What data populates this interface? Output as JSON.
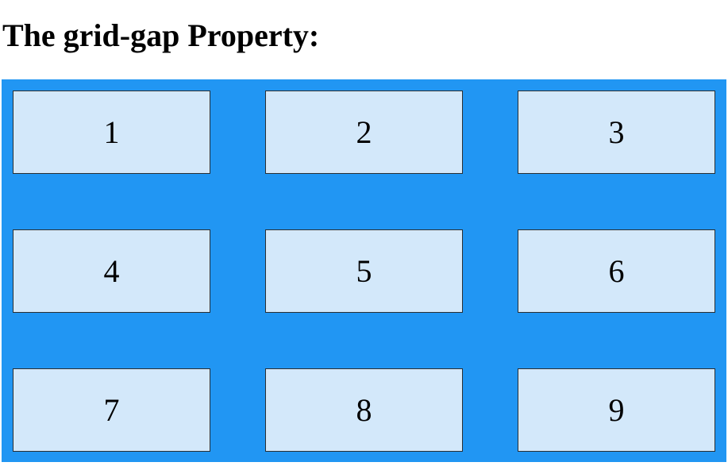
{
  "page": {
    "title": "The grid-gap Property:"
  },
  "grid": {
    "background_color": "#2196F3",
    "item_color": "#d3e8fa",
    "items": [
      {
        "label": "1"
      },
      {
        "label": "2"
      },
      {
        "label": "3"
      },
      {
        "label": "4"
      },
      {
        "label": "5"
      },
      {
        "label": "6"
      },
      {
        "label": "7"
      },
      {
        "label": "8"
      },
      {
        "label": "9"
      }
    ]
  }
}
